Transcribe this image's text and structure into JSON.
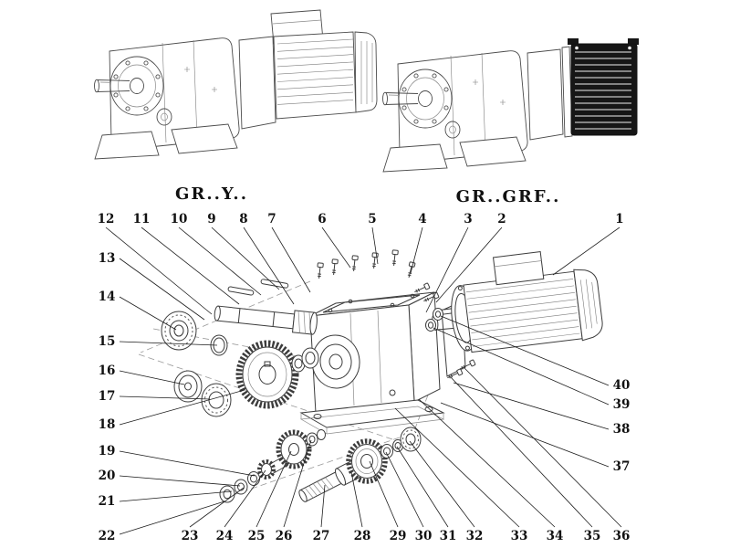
{
  "page": {
    "titles": {
      "left": "GR..Y..",
      "right": "GR..GRF.."
    }
  },
  "colors": {
    "dark_cover": "#161616",
    "line": "#3c3c3c",
    "leader": "#1d1d1d"
  },
  "callouts": {
    "n1": "1",
    "n2": "2",
    "n3": "3",
    "n4": "4",
    "n5": "5",
    "n6": "6",
    "n7": "7",
    "n8": "8",
    "n9": "9",
    "n10": "10",
    "n11": "11",
    "n12": "12",
    "n13": "13",
    "n14": "14",
    "n15": "15",
    "n16": "16",
    "n17": "17",
    "n18": "18",
    "n19": "19",
    "n20": "20",
    "n21": "21",
    "n22": "22",
    "n23": "23",
    "n24": "24",
    "n25": "25",
    "n26": "26",
    "n27": "27",
    "n28": "28",
    "n29": "29",
    "n30": "30",
    "n31": "31",
    "n32": "32",
    "n33": "33",
    "n34": "34",
    "n35": "35",
    "n36": "36",
    "n37": "37",
    "n38": "38",
    "n39": "39",
    "n40": "40"
  }
}
